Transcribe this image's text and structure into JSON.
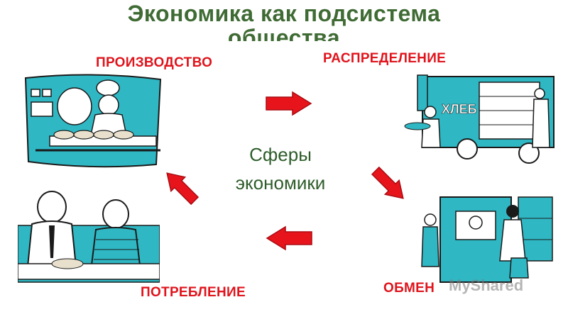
{
  "title_line1": "Экономика как подсистема",
  "title_line2": "общества",
  "center_line1": "Сферы",
  "center_line2": "экономики",
  "labels": {
    "production": "ПРОИЗВОДСТВО",
    "distribution": "РАСПРЕДЕЛЕНИЕ",
    "exchange": "ОБМЕН",
    "consumption": "ПОТРЕБЛЕНИЕ"
  },
  "truck_sign": "ХЛЕБ",
  "watermark": "MyShared",
  "colors": {
    "title": "#3f6b34",
    "labels": "#e0141c",
    "arrows": "#e8141c",
    "illustration": "#2fb8c4"
  }
}
